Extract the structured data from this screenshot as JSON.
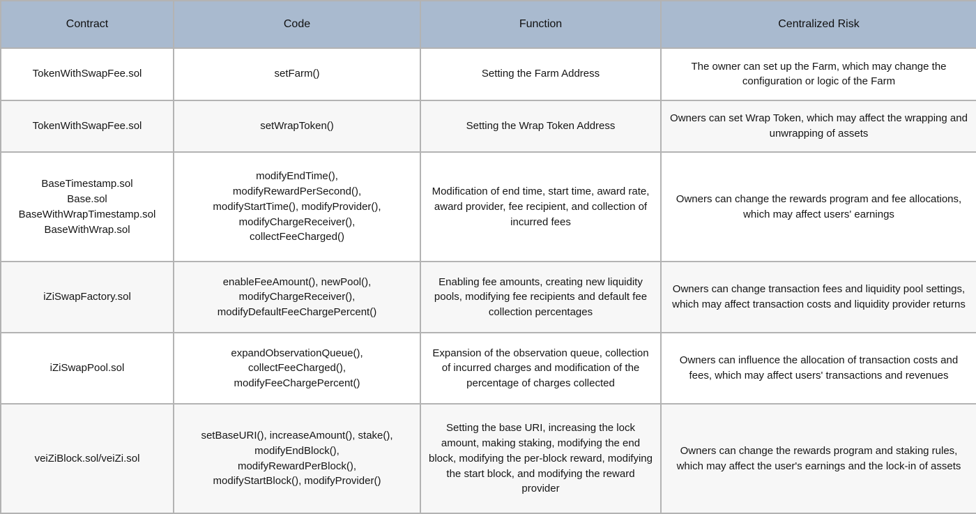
{
  "table": {
    "columns": [
      {
        "key": "contract",
        "label": "Contract"
      },
      {
        "key": "code",
        "label": "Code"
      },
      {
        "key": "function",
        "label": "Function"
      },
      {
        "key": "risk",
        "label": "Centralized Risk"
      }
    ],
    "header_background": "#a9bacf",
    "border_color": "#b3b3b3",
    "row_background_odd": "#ffffff",
    "row_background_even": "#f7f7f7",
    "rows": [
      {
        "contract": "TokenWithSwapFee.sol",
        "code": "setFarm()",
        "function": "Setting the Farm Address",
        "risk": "The owner can set up the Farm, which may change the configuration or logic of the Farm"
      },
      {
        "contract": "TokenWithSwapFee.sol",
        "code": "setWrapToken()",
        "function": "Setting the Wrap Token Address",
        "risk": "Owners can set Wrap Token, which may affect the wrapping and unwrapping of assets"
      },
      {
        "contract": "BaseTimestamp.sol\nBase.sol\nBaseWithWrapTimestamp.sol\nBaseWithWrap.sol",
        "code": "modifyEndTime(),\nmodifyRewardPerSecond(),\nmodifyStartTime(), modifyProvider(),\nmodifyChargeReceiver(),\ncollectFeeCharged()",
        "function": "Modification of end time, start time, award rate, award provider, fee recipient, and collection of incurred fees",
        "risk": "Owners can change the rewards program and fee allocations, which may affect users' earnings"
      },
      {
        "contract": "iZiSwapFactory.sol",
        "code": "enableFeeAmount(), newPool(),\nmodifyChargeReceiver(),\nmodifyDefaultFeeChargePercent()",
        "function": "Enabling fee amounts, creating new liquidity pools, modifying fee recipients and default fee collection percentages",
        "risk": "Owners can change transaction fees and liquidity pool settings, which may affect transaction costs and liquidity provider returns"
      },
      {
        "contract": "iZiSwapPool.sol",
        "code": "expandObservationQueue(),\ncollectFeeCharged(),\nmodifyFeeChargePercent()",
        "function": "Expansion of the observation queue, collection of incurred charges and modification of the percentage of charges collected",
        "risk": "Owners can influence the allocation of transaction costs and fees, which may affect users' transactions and revenues"
      },
      {
        "contract": "veiZiBlock.sol/veiZi.sol",
        "code": "setBaseURI(), increaseAmount(), stake(),\nmodifyEndBlock(),\nmodifyRewardPerBlock(),\nmodifyStartBlock(), modifyProvider()",
        "function": "Setting the base URI, increasing the lock amount, making staking, modifying the end block, modifying the per-block reward, modifying the start block, and modifying the reward provider",
        "risk": "Owners can change the rewards program and staking rules, which may affect the user's earnings and the lock-in of assets"
      }
    ]
  }
}
